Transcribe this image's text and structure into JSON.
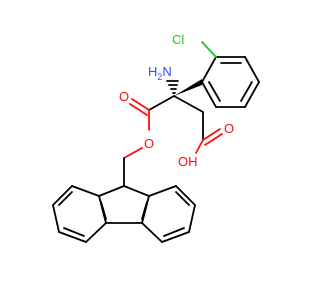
{
  "atom_labels": {
    "cl": "Cl",
    "nh2_n": "N",
    "nh2_h": "H",
    "nh2_sub": "2",
    "ester_carbonyl_o": "O",
    "ester_ether_o": "O",
    "acid_carbonyl_o": "O",
    "acid_oh": "OH"
  },
  "colors": {
    "bond": "#000000",
    "oxygen": "#ff0d0d",
    "nitrogen": "#3050f8",
    "chlorine": "#1ec81e",
    "background": "#ffffff"
  }
}
